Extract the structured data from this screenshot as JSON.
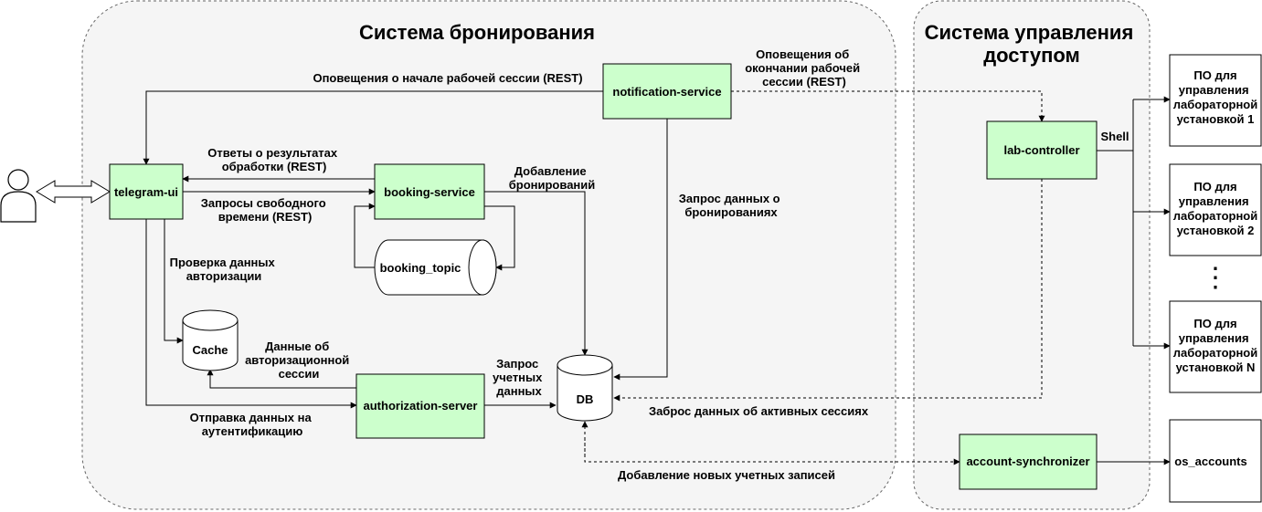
{
  "containers": {
    "booking_system": "Система бронирования",
    "access_system": "Система управления доступом"
  },
  "nodes": {
    "notification_service": "notification-service",
    "telegram_ui": "telegram-ui",
    "booking_service": "booking-service",
    "booking_topic": "booking_topic",
    "cache": "Cache",
    "db": "DB",
    "authorization_server": "authorization-server",
    "lab_controller": "lab-controller",
    "account_synchronizer": "account-synchronizer",
    "po_1": "ПО для управления лабораторной установкой 1",
    "po_2": "ПО для управления лабораторной установкой 2",
    "po_n": "ПО для управления лабораторной установкой N",
    "os_accounts": "os_accounts"
  },
  "edge_labels": {
    "session_start": "Оповещения о начале рабочей сессии (REST)",
    "session_end": "Оповещения об окончании рабочей сессии (REST)",
    "responses": "Ответы о результатах обработки (REST)",
    "requests": "Запросы свободного времени (REST)",
    "add_bookings": "Добавление бронирований",
    "booking_data_request": "Запрос данных о бронированиях",
    "auth_check": "Проверка данных авторизации",
    "auth_session_data": "Данные об авторизационной сессии",
    "credentials_request": "Запрос учетных данных",
    "send_auth": "Отправка данных на аутентификацию",
    "active_sessions": "Заброс данных об активных сессиях",
    "new_accounts": "Добавление новых учетных записей",
    "shell": "Shell",
    "ellipsis": "⋮"
  },
  "colors": {
    "service_fill": "#ccffcc",
    "container_fill": "#f5f5f5",
    "container_stroke": "#666666"
  }
}
